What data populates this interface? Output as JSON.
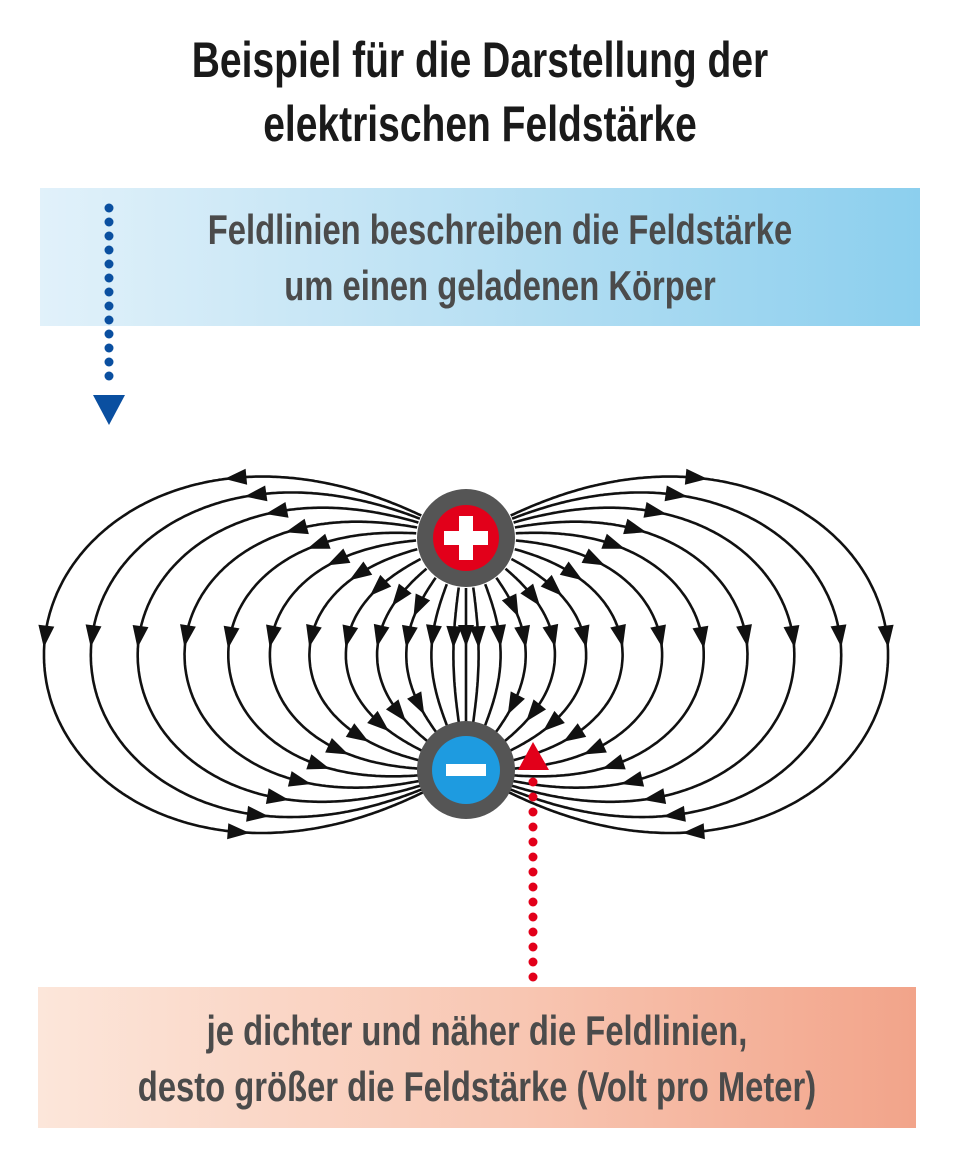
{
  "title": {
    "line1": "Beispiel für die Darstellung der",
    "line2": "elektrischen Feldstärke"
  },
  "top_note": {
    "line1": "Feldlinien beschreiben die Feldstärke",
    "line2": "um einen geladenen Körper"
  },
  "bottom_note": {
    "line1": "je dichter und näher die Feldlinien,",
    "line2": "desto größer die Feldstärke (Volt pro Meter)"
  },
  "charges": {
    "positive": {
      "symbol": "plus-icon",
      "color": "#e2001a"
    },
    "negative": {
      "symbol": "minus-icon",
      "color": "#1e9be0"
    },
    "ring_color": "#555555"
  },
  "colors": {
    "blue_pointer": "#0a4fa0",
    "red_pointer": "#e2001a"
  }
}
